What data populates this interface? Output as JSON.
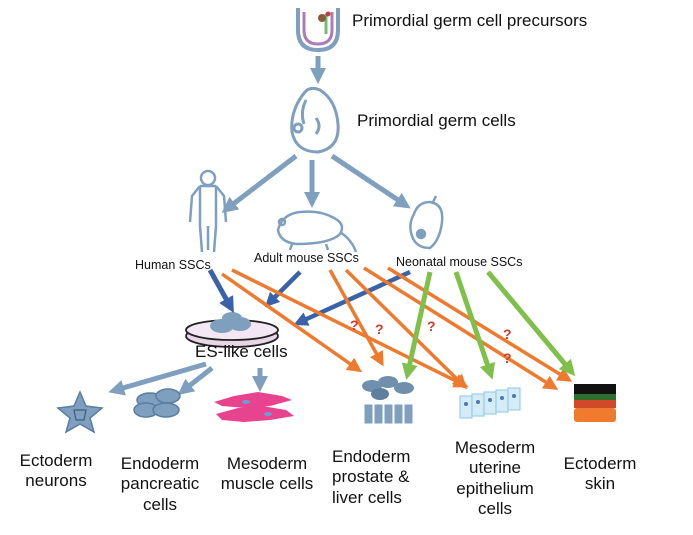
{
  "labels": {
    "pgc_precursors": "Primordial germ cell precursors",
    "pgc": "Primordial germ cells",
    "human_sscs": "Human  SSCs",
    "adult_mouse_sscs": "Adult mouse  SSCs",
    "neonatal_mouse_sscs": "Neonatal mouse SSCs",
    "es_like_cells": "ES-like cells"
  },
  "bottom_groups": [
    {
      "lines": [
        "Ectoderm",
        "neurons"
      ]
    },
    {
      "lines": [
        "Endoderm",
        "pancreatic",
        "cells"
      ]
    },
    {
      "lines": [
        "Mesoderm",
        "muscle cells"
      ]
    },
    {
      "lines": [
        "Endoderm",
        "prostate &",
        "liver cells"
      ]
    },
    {
      "lines": [
        "Mesoderm",
        "uterine",
        "epithelium",
        "cells"
      ]
    },
    {
      "lines": [
        "Ectoderm",
        "skin"
      ]
    }
  ],
  "question_mark": "?",
  "colors": {
    "cell_blue": "#7f9fbf",
    "arrow_steel": "#7f9fbf",
    "arrow_darkblue": "#3a62a8",
    "arrow_orange": "#ef7a2e",
    "arrow_green": "#7fc04a",
    "muscle_pink": "#e8438e",
    "question_red": "#d23a2a"
  }
}
